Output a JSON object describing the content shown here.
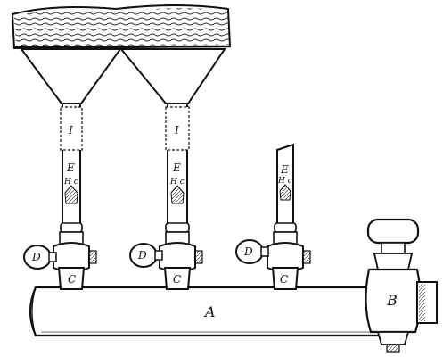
{
  "labels": {
    "main_pipe": "A",
    "end_valve": "B",
    "cock_1": "C",
    "cock_2": "C",
    "cock_3": "C",
    "handle_1": "D",
    "handle_2": "D",
    "handle_3": "D",
    "tube_1_e": "E",
    "tube_2_e": "E",
    "tube_3_e": "E",
    "tube_1_hc": "H c",
    "tube_2_hc": "H c",
    "tube_3_hc": "H c",
    "joint_1": "I",
    "joint_2": "I"
  }
}
